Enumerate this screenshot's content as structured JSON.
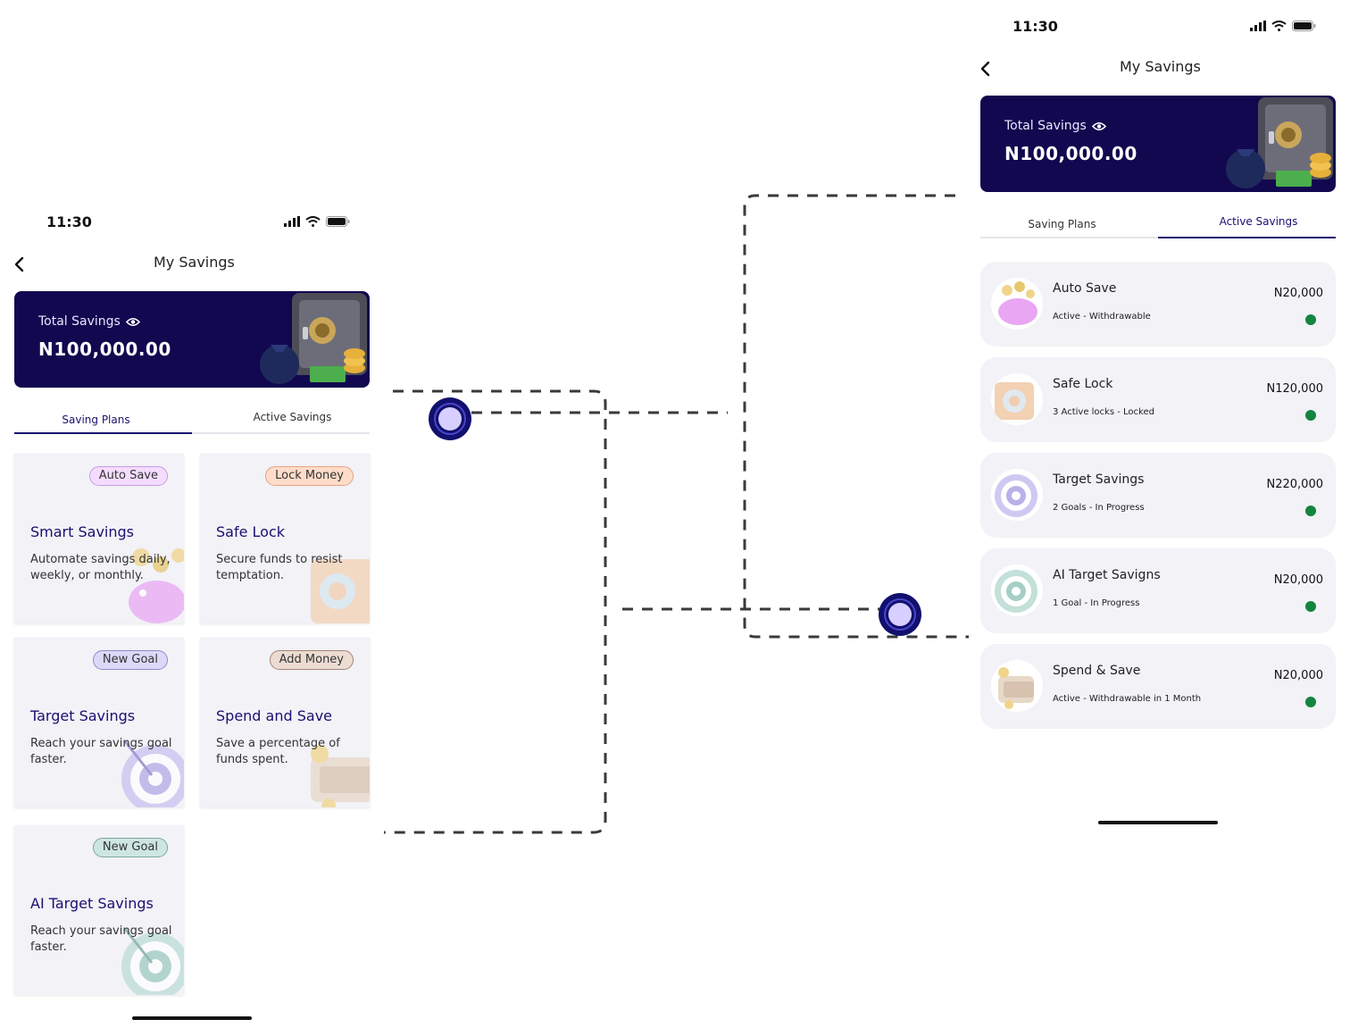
{
  "left_screen": {
    "status": {
      "time": "11:30"
    },
    "header": {
      "title": "My Savings"
    },
    "balance": {
      "label": "Total Savings",
      "amount": "N100,000.00"
    },
    "tabs": [
      {
        "label": "Saving Plans",
        "active": true
      },
      {
        "label": "Active Savings",
        "active": false
      }
    ],
    "plans": [
      {
        "badge": "Auto Save",
        "title": "Smart Savings",
        "desc": "Automate savings daily, weekly, or monthly.",
        "icon": "piggy-bank-icon"
      },
      {
        "badge": "Lock Money",
        "title": "Safe Lock",
        "desc": "Secure funds to resist temptation.",
        "icon": "safe-icon"
      },
      {
        "badge": "New Goal",
        "title": "Target Savings",
        "desc": "Reach your savings goal faster.",
        "icon": "target-icon"
      },
      {
        "badge": "Add Money",
        "title": "Spend and Save",
        "desc": "Save a percentage of funds spent.",
        "icon": "wallet-icon"
      },
      {
        "badge": "New Goal",
        "title": "AI Target Savings",
        "desc": "Reach your savings goal faster.",
        "icon": "target-icon"
      }
    ]
  },
  "right_screen": {
    "status": {
      "time": "11:30"
    },
    "header": {
      "title": "My Savings"
    },
    "balance": {
      "label": "Total Savings",
      "amount": "N100,000.00"
    },
    "tabs": [
      {
        "label": "Saving Plans",
        "active": false
      },
      {
        "label": "Active Savings",
        "active": true
      }
    ],
    "active_savings": [
      {
        "title": "Auto Save",
        "sub": "Active - Withdrawable",
        "amount": "N20,000",
        "icon": "piggy-bank-icon"
      },
      {
        "title": "Safe Lock",
        "sub": "3 Active locks - Locked",
        "amount": "N120,000",
        "icon": "safe-icon"
      },
      {
        "title": "Target Savings",
        "sub": "2 Goals - In Progress",
        "amount": "N220,000",
        "icon": "target-icon"
      },
      {
        "title": "AI Target Savigns",
        "sub": "1 Goal - In Progress",
        "amount": "N20,000",
        "icon": "target-icon"
      },
      {
        "title": "Spend & Save",
        "sub": "Active - Withdrawable in 1 Month",
        "amount": "N20,000",
        "icon": "wallet-icon"
      }
    ]
  },
  "colors": {
    "brand": "#12084f",
    "active_tab": "#1a1070",
    "status_green": "#13843f",
    "badge_auto": "#f4dcff",
    "badge_lock": "#ffdcc9",
    "badge_goal": "#dcd9f8",
    "badge_add": "#ecdcd2",
    "badge_ai": "#cde6e1"
  }
}
